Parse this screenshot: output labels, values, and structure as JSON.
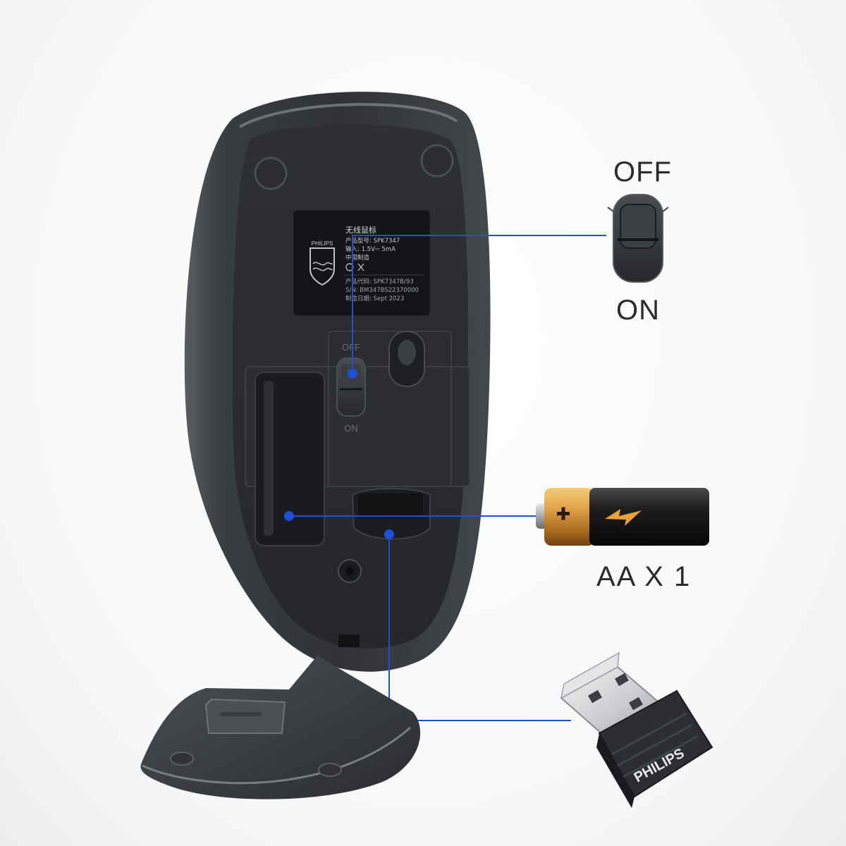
{
  "callouts": {
    "switch_off": "OFF",
    "switch_on": "ON",
    "battery": "AA X 1"
  },
  "mouse_label": {
    "title": "无线鼠标",
    "model_line": "产品型号: SPK7347",
    "input_line": "输入: 1.5V⎓ 5mA",
    "origin_line": "中国制造",
    "code_line": "产品代码: SPK7347B/93",
    "serial_line": "S/N: BM347BS22370000",
    "date_line": "制造日期: Sept 2023",
    "brand": "PHILIPS"
  },
  "mouse_switch": {
    "off": "OFF",
    "on": "ON"
  },
  "receiver": {
    "brand": "PHILIPS"
  },
  "colors": {
    "callout_line": "#1f4fd8",
    "mouse_body": "#2a2c30",
    "label_plate": "#16171a",
    "battery_gold": "#d79a3c"
  }
}
